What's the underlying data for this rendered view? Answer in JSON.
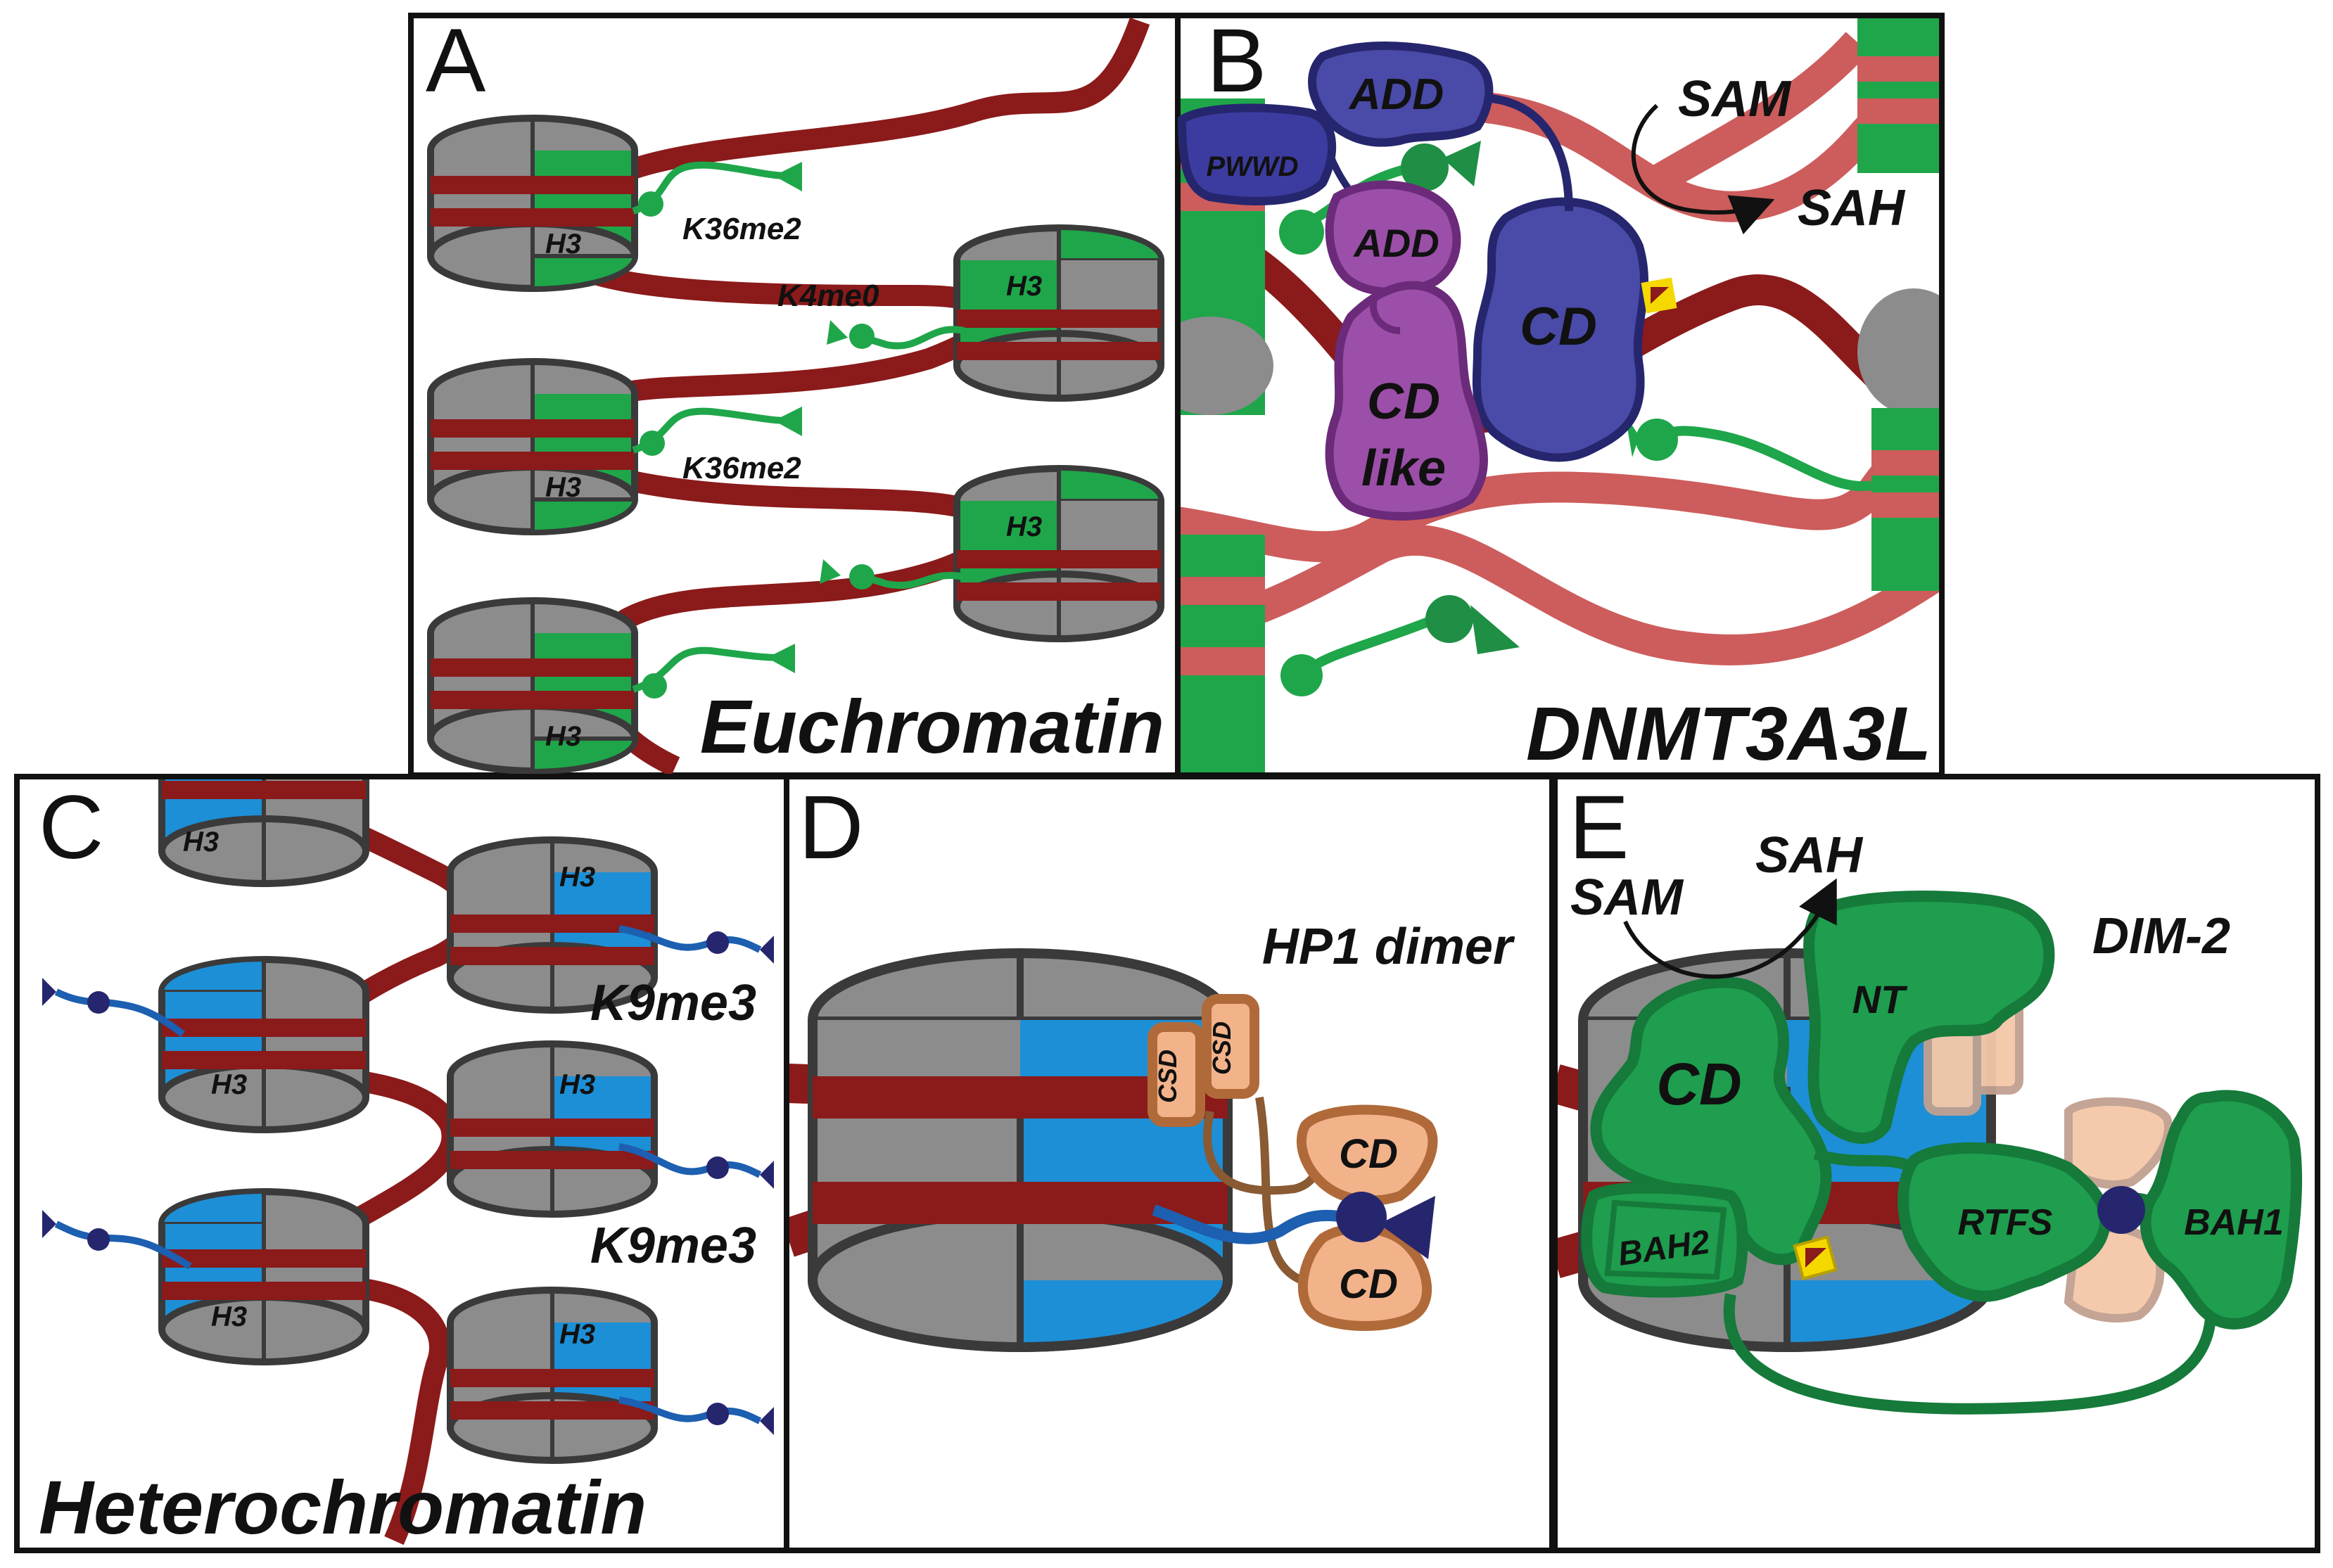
{
  "panels": {
    "a": {
      "letter": "A",
      "title": "Euchromatin",
      "histone_label": "H3",
      "marks": [
        "K36me2",
        "K4me0",
        "K36me2"
      ]
    },
    "b": {
      "letter": "B",
      "title": "DNMT3A3L",
      "domains": [
        "ADD",
        "PWWD",
        "ADD",
        "CD",
        "CD",
        "like"
      ],
      "cofactor_in": "SAM",
      "cofactor_out": "SAH"
    },
    "c": {
      "letter": "C",
      "title": "Heterochromatin",
      "histone_label": "H3",
      "marks": [
        "K9me3",
        "K9me3"
      ]
    },
    "d": {
      "letter": "D",
      "title": "HP1 dimer",
      "domains": [
        "CSD",
        "CSD",
        "CD",
        "CD"
      ]
    },
    "e": {
      "letter": "E",
      "title": "DIM-2",
      "cofactor_in": "SAM",
      "cofactor_out": "SAH",
      "domains": [
        "NT",
        "CD",
        "RTFS",
        "BAH1",
        "BAH2"
      ]
    }
  },
  "colors": {
    "dna": "#8b1a1a",
    "dna_faded": "#cd5c5c",
    "histone_grey": "#8c8c8c",
    "outline": "#3a3a3a",
    "euchromatin_green": "#1fa64a",
    "heterochromatin_blue": "#1d8fd6",
    "dnmt3a_blue": "#4a4aa8",
    "dnmt3l_purple": "#9b4fa8",
    "hp1_brown": "#b06a3a",
    "hp1_light": "#f2b38a",
    "dim2_green": "#1e9e4e",
    "methyl_yellow": "#f5d800"
  }
}
